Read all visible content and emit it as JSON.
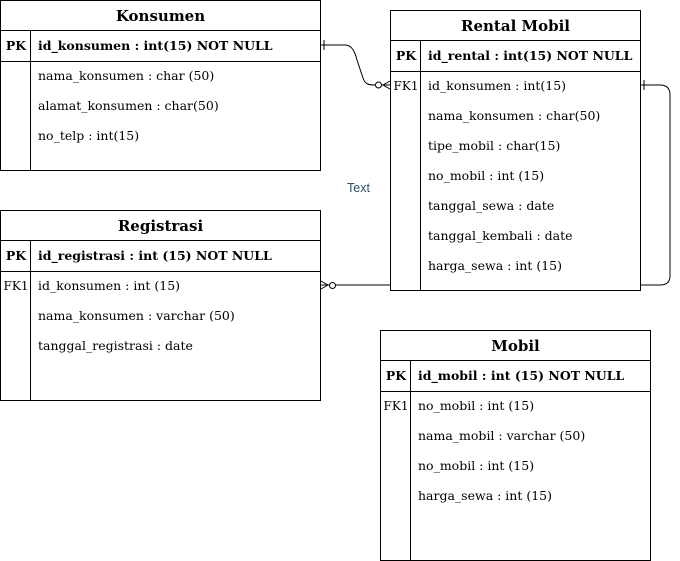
{
  "entities": {
    "konsumen": {
      "title": "Konsumen",
      "pk_key": "PK",
      "pk_field": "id_konsumen : int(15) NOT NULL",
      "fields": [
        "nama_konsumen : char (50)",
        "alamat_konsumen : char(50)",
        "no_telp : int(15)"
      ]
    },
    "rental": {
      "title": "Rental Mobil",
      "pk_key": "PK",
      "pk_field": "id_rental : int(15) NOT NULL",
      "fk_key": "FK1",
      "fields": [
        "id_konsumen : int(15)",
        "nama_konsumen : char(50)",
        "tipe_mobil : char(15)",
        "no_mobil : int (15)",
        "tanggal_sewa : date",
        "tanggal_kembali : date",
        "harga_sewa : int (15)"
      ]
    },
    "registrasi": {
      "title": "Registrasi",
      "pk_key": "PK",
      "pk_field": "id_registrasi : int (15) NOT NULL",
      "fk_key": "FK1",
      "fields": [
        "id_konsumen : int (15)",
        "nama_konsumen : varchar (50)",
        "tanggal_registrasi : date"
      ]
    },
    "mobil": {
      "title": "Mobil",
      "pk_key": "PK",
      "pk_field": "id_mobil : int (15) NOT NULL",
      "fk_key": "FK1",
      "fields": [
        "no_mobil : int (15)",
        "nama_mobil : varchar (50)",
        "no_mobil : int (15)",
        "harga_sewa : int (15)"
      ]
    }
  },
  "free_label": "Text"
}
